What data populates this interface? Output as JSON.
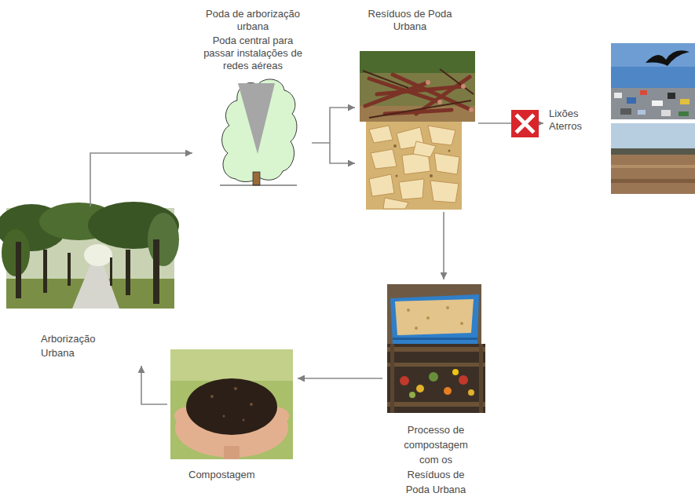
{
  "diagram": {
    "nodes": [
      {
        "text": [
          "Poda de arborização urbana",
          "Poda central para passar instalações de redes aéreas"
        ]
      },
      {
        "text": [
          "Resíduos de Poda Urbana"
        ]
      },
      {
        "text": [
          "Lixões Aterros"
        ]
      },
      {
        "text": [
          "Processo de compostagem com os Resíduos de Poda Urbana"
        ]
      },
      {
        "text": [
          "Compostagem"
        ]
      },
      {
        "text": [
          "Arborização Urbana"
        ]
      }
    ],
    "edges": [
      {
        "from": 5,
        "to": 0,
        "arrow": "to"
      },
      {
        "from": 0,
        "to": 1,
        "arrow": "to"
      },
      {
        "from": 1,
        "to": 2,
        "arrow": "to"
      },
      {
        "from": 1,
        "to": 3,
        "arrow": "to"
      },
      {
        "from": 3,
        "to": 4,
        "arrow": "to"
      },
      {
        "from": 4,
        "to": 5,
        "arrow": "to"
      }
    ]
  }
}
